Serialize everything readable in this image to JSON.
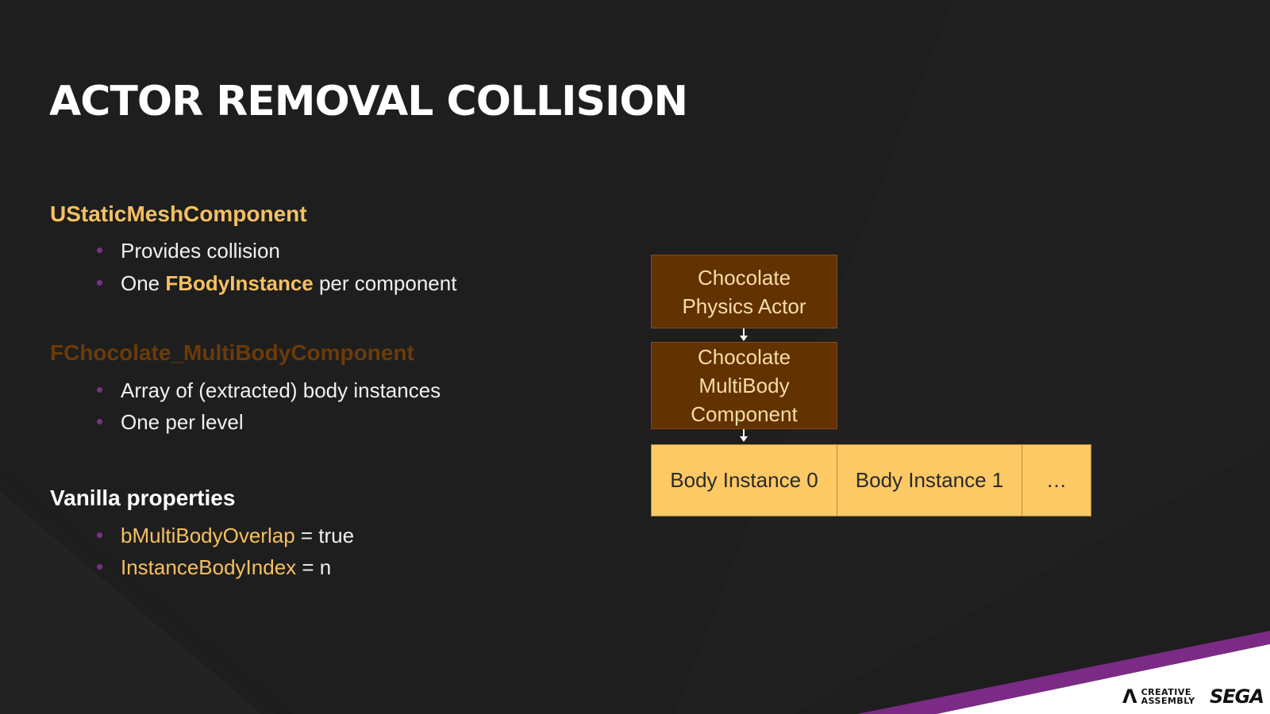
{
  "slide": {
    "title": "ACTOR REMOVAL COLLISION",
    "colors": {
      "background": "#1e1e1e",
      "accent_gold": "#f5c062",
      "accent_brown": "#6b3b0a",
      "bullet": "#7c2f8a",
      "footer_purple": "#7b2a86"
    }
  },
  "sections": [
    {
      "heading": "UStaticMeshComponent",
      "bullets": [
        {
          "text": "Provides collision"
        },
        {
          "prefix": "One ",
          "highlight": "FBodyInstance",
          "suffix": " per component"
        }
      ]
    },
    {
      "heading": "FChocolate_MultiBodyComponent",
      "bullets": [
        {
          "text": "Array of (extracted) body instances"
        },
        {
          "text": "One per level"
        }
      ]
    },
    {
      "heading": "Vanilla properties",
      "bullets": [
        {
          "highlight": "bMultiBodyOverlap",
          "suffix": " = true"
        },
        {
          "highlight": "InstanceBodyIndex",
          "suffix": " = n"
        }
      ]
    }
  ],
  "diagram": {
    "actor_box": {
      "line1": "Chocolate",
      "line2": "Physics Actor"
    },
    "multibody_box": {
      "line1": "Chocolate",
      "line2": "MultiBody",
      "line3": "Component"
    },
    "instances": [
      "Body Instance 0",
      "Body Instance 1",
      "…"
    ]
  },
  "footer": {
    "logo_creative_line1": "CREATIVE",
    "logo_creative_line2": "ASSEMBLY",
    "logo_sega": "SEGA"
  }
}
